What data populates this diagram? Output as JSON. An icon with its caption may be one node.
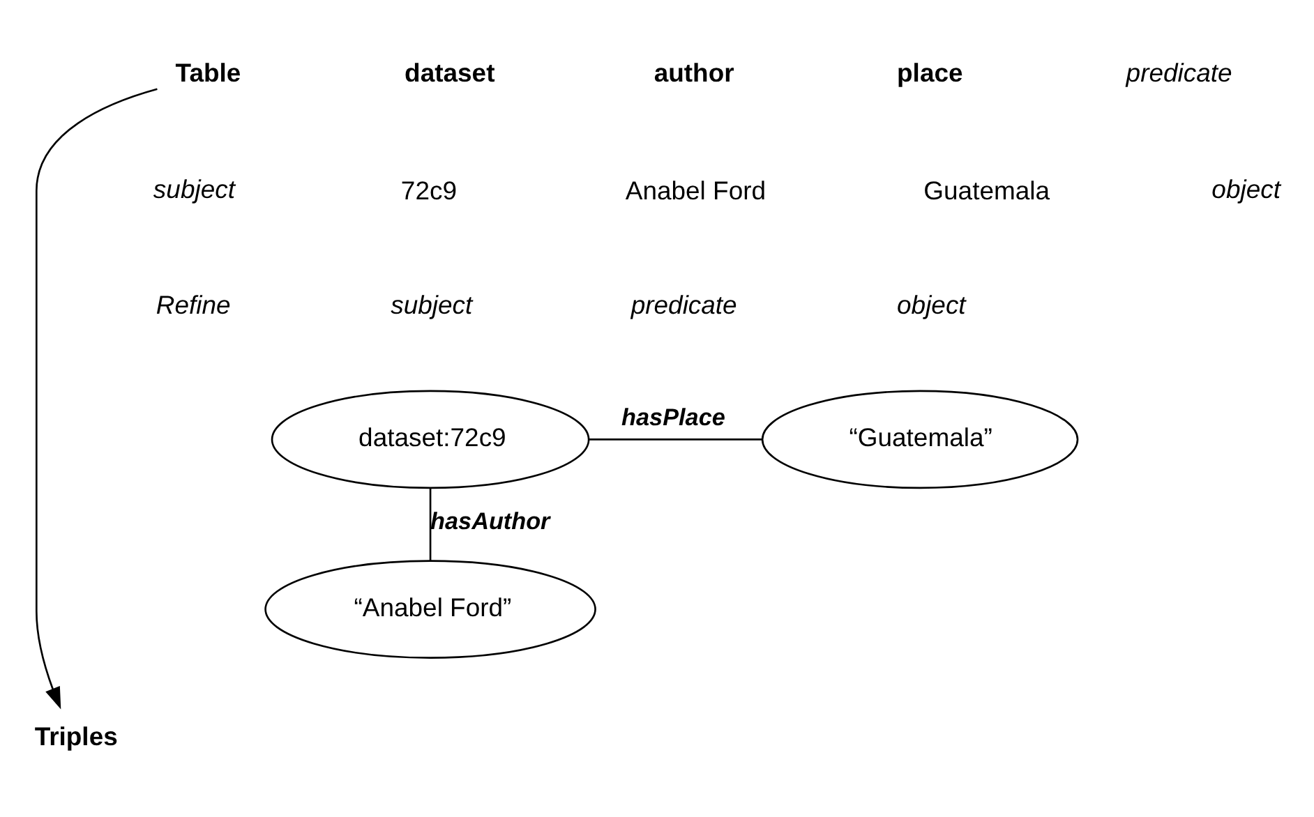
{
  "diagram": {
    "nodes": [
      {
        "text": [
          "Table"
        ]
      },
      {
        "text": [
          "dataset:72c9"
        ]
      },
      {
        "text": [
          "“Guatemala”"
        ]
      },
      {
        "text": [
          "“Anabel Ford”"
        ]
      },
      {
        "text": [
          "Triples"
        ]
      }
    ],
    "edges": [
      {
        "from": 0,
        "to": 4,
        "arrow": "to"
      },
      {
        "from": 1,
        "to": 2,
        "arrow": "none",
        "label": "hasPlace"
      },
      {
        "from": 1,
        "to": 3,
        "arrow": "none",
        "label": "hasAuthor"
      }
    ],
    "labels": [
      "dataset",
      "author",
      "place",
      "predicate",
      "subject",
      "72c9",
      "Anabel Ford",
      "Guatemala",
      "object",
      "Refine",
      "subject",
      "predicate",
      "object"
    ]
  }
}
